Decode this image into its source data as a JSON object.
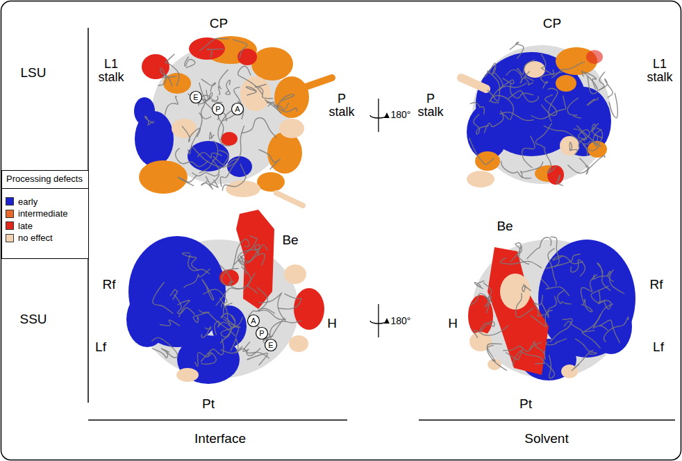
{
  "diagram": {
    "nodes": [
      {
        "text": [
          "E"
        ]
      },
      {
        "text": [
          "P"
        ]
      },
      {
        "text": [
          "A"
        ]
      },
      {
        "text": [
          "A"
        ]
      },
      {
        "text": [
          "P"
        ]
      },
      {
        "text": [
          "E"
        ]
      }
    ],
    "labels": [
      "LSU",
      "SSU",
      "CP",
      "L1 stalk",
      "P stalk",
      "180°",
      "CP",
      "L1 stalk",
      "P stalk",
      "Be",
      "Rf",
      "H",
      "Lf",
      "Pt",
      "180°",
      "Be",
      "H",
      "Rf",
      "Lf",
      "Pt",
      "Interface",
      "Solvent",
      "Processing defects"
    ],
    "legend": [
      {
        "text": "early",
        "color": "#1c22cc"
      },
      {
        "text": "intermediate",
        "color": "#e8682a"
      },
      {
        "text": "late",
        "color": "#e3251c"
      },
      {
        "text": "no effect",
        "color": "#f2d2b0"
      }
    ]
  }
}
